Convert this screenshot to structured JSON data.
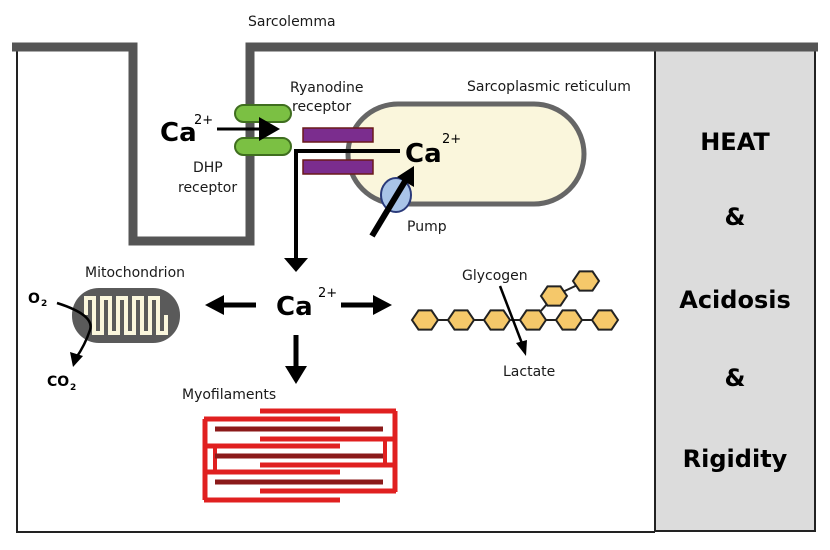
{
  "labels": {
    "sarcolemma": "Sarcolemma",
    "ryanodine_line1": "Ryanodine",
    "ryanodine_line2": "receptor",
    "sarcoplasmic_reticulum": "Sarcoplasmic reticulum",
    "dhp_line1": "DHP",
    "dhp_line2": "receptor",
    "pump": "Pump",
    "mitochondrion": "Mitochondrion",
    "glycogen": "Glycogen",
    "lactate": "Lactate",
    "myofilaments": "Myofilaments"
  },
  "ions": {
    "calcium_symbol": "Ca",
    "calcium_charge": "2+",
    "oxygen": "O",
    "oxygen_sub": "2",
    "carbon_dioxide": "CO",
    "carbon_dioxide_sub": "2"
  },
  "side_panel": {
    "items": [
      "HEAT",
      "&",
      "Acidosis",
      "&",
      "Rigidity"
    ]
  },
  "colors": {
    "membrane": "#555555",
    "dhp_receptor": "#7bc043",
    "ryanodine_receptor": "#7b2d8e",
    "sr_fill": "#faf6dc",
    "pump": "#a9c4e8",
    "glycogen": "#f5c86a",
    "myofilament_thin": "#e02020",
    "myofilament_thick": "#8b1a1a",
    "side_panel": "#dcdcdc"
  }
}
